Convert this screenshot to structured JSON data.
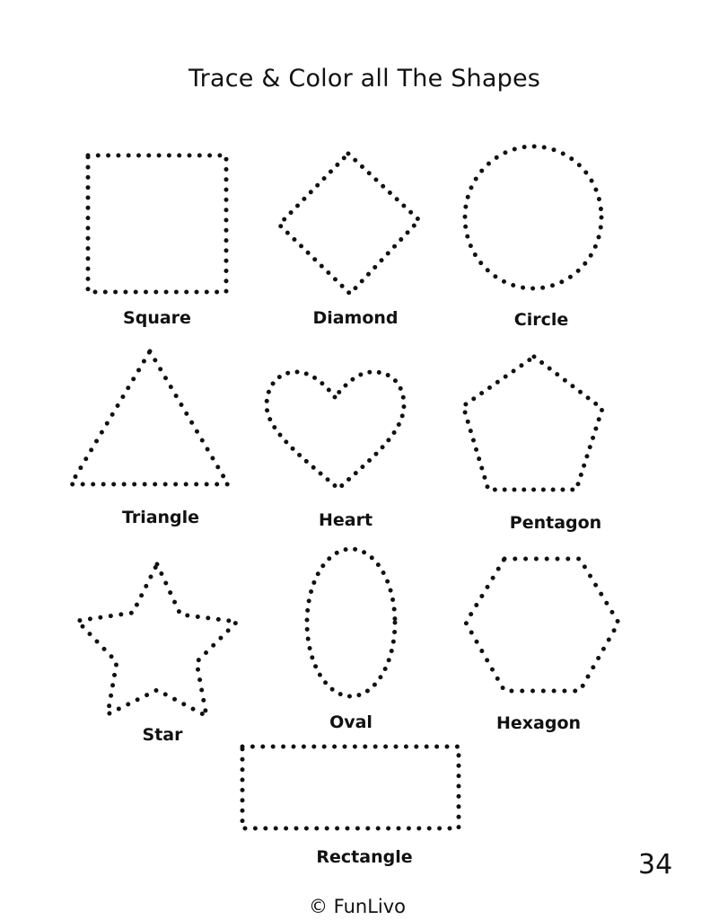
{
  "page": {
    "title": "Trace & Color all The Shapes",
    "page_number": "34",
    "copyright": "© FunLivo"
  },
  "shapes": [
    {
      "name": "square",
      "label": "Square"
    },
    {
      "name": "diamond",
      "label": "Diamond"
    },
    {
      "name": "circle",
      "label": "Circle"
    },
    {
      "name": "triangle",
      "label": "Triangle"
    },
    {
      "name": "heart",
      "label": "Heart"
    },
    {
      "name": "pentagon",
      "label": "Pentagon"
    },
    {
      "name": "star",
      "label": "Star"
    },
    {
      "name": "oval",
      "label": "Oval"
    },
    {
      "name": "hexagon",
      "label": "Hexagon"
    },
    {
      "name": "rectangle",
      "label": "Rectangle"
    }
  ],
  "style": {
    "ink_color": "#111111",
    "background": "#ffffff",
    "outline_style": "dotted"
  }
}
